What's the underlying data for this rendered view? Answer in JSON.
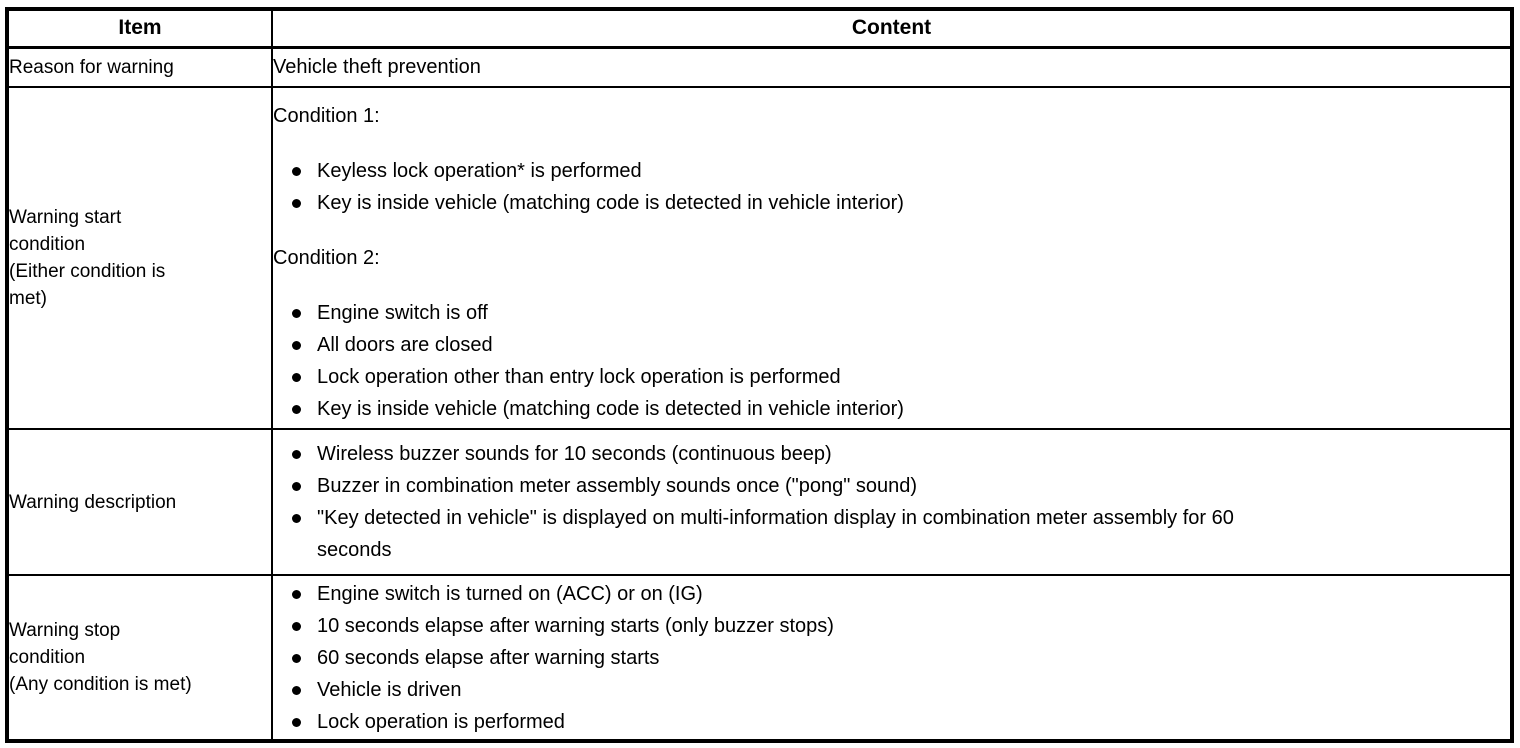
{
  "colors": {
    "background": "#ffffff",
    "text": "#000000",
    "border": "#000000"
  },
  "table": {
    "header": {
      "item": "Item",
      "content": "Content"
    },
    "rows": [
      {
        "item": "Reason for warning",
        "blocks": [
          {
            "type": "text",
            "text": "Vehicle theft prevention"
          }
        ]
      },
      {
        "item": "Warning start\ncondition\n(Either condition is\nmet)",
        "blocks": [
          {
            "type": "para",
            "text": "Condition 1:"
          },
          {
            "type": "bullets",
            "items": [
              "Keyless lock operation* is performed",
              "Key is inside vehicle (matching code is detected in vehicle interior)"
            ]
          },
          {
            "type": "para",
            "text": "Condition 2:"
          },
          {
            "type": "bullets",
            "items": [
              "Engine switch is off",
              "All doors are closed",
              "Lock operation other than entry lock operation is performed",
              "Key is inside vehicle (matching code is detected in vehicle interior)"
            ]
          }
        ]
      },
      {
        "item": "Warning description",
        "blocks": [
          {
            "type": "bullets",
            "items": [
              "Wireless buzzer sounds for 10 seconds (continuous beep)",
              "Buzzer in combination meter assembly sounds once (\"pong\" sound)",
              "\"Key detected in vehicle\" is displayed on multi-information display in combination meter assembly for 60\nseconds"
            ]
          }
        ]
      },
      {
        "item": "Warning stop\ncondition\n(Any condition is met)",
        "blocks": [
          {
            "type": "bullets",
            "items": [
              "Engine switch is turned on (ACC) or on (IG)",
              "10 seconds elapse after warning starts (only buzzer stops)",
              "60 seconds elapse after warning starts",
              "Vehicle is driven",
              "Lock operation is performed"
            ]
          }
        ]
      }
    ]
  }
}
